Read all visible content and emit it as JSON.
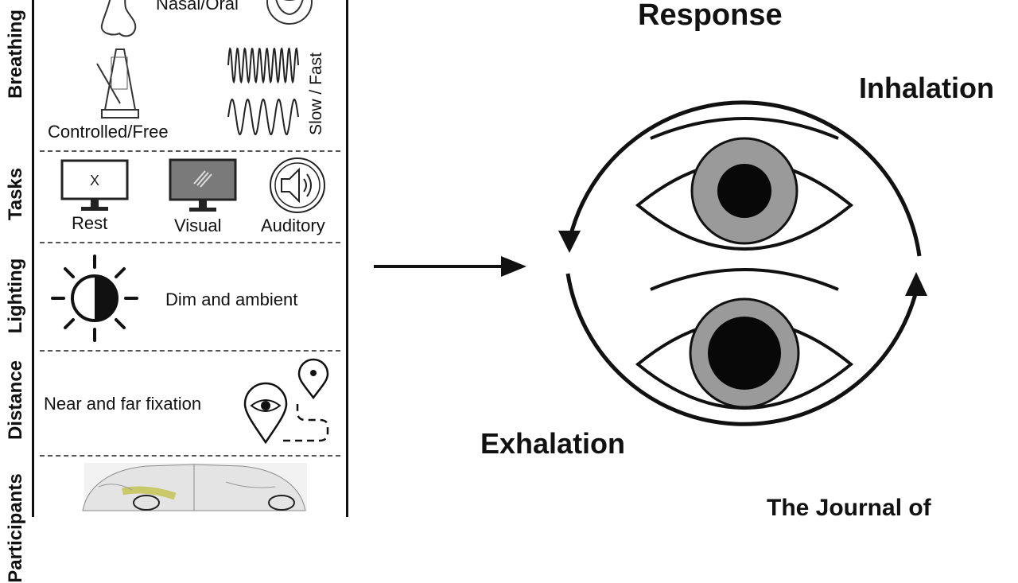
{
  "sections": {
    "breathing": "Breathing",
    "tasks": "Tasks",
    "lighting": "Lighting",
    "distance": "Distance",
    "participants": "Participants"
  },
  "breathing": {
    "route_label": "Nasal/Oral",
    "control_label": "Controlled/Free",
    "speed_label": "Slow / Fast"
  },
  "tasks": {
    "rest_label": "Rest",
    "rest_screen_text": "X",
    "visual_label": "Visual",
    "auditory_label": "Auditory"
  },
  "lighting": {
    "label": "Dim and ambient"
  },
  "distance": {
    "label": "Near and far fixation"
  },
  "response": {
    "title": "Response",
    "inhalation": "Inhalation",
    "exhalation": "Exhalation"
  },
  "journal": {
    "text": "The Journal of"
  },
  "icons": [
    "nose-icon",
    "mouth-icon",
    "metronome-icon",
    "fast-wave-icon",
    "slow-wave-icon",
    "monitor-icon",
    "grating-monitor-icon",
    "speaker-icon",
    "half-sun-icon",
    "eye-pin-icon",
    "location-pin-icon",
    "brain-scan-image",
    "arrow-right-icon",
    "constricted-eye-icon",
    "dilated-eye-icon"
  ],
  "colors": {
    "ink": "#111111",
    "iris": "#9a9a9a",
    "pupil": "#080808",
    "screen_dark": "#7a7a7a"
  }
}
